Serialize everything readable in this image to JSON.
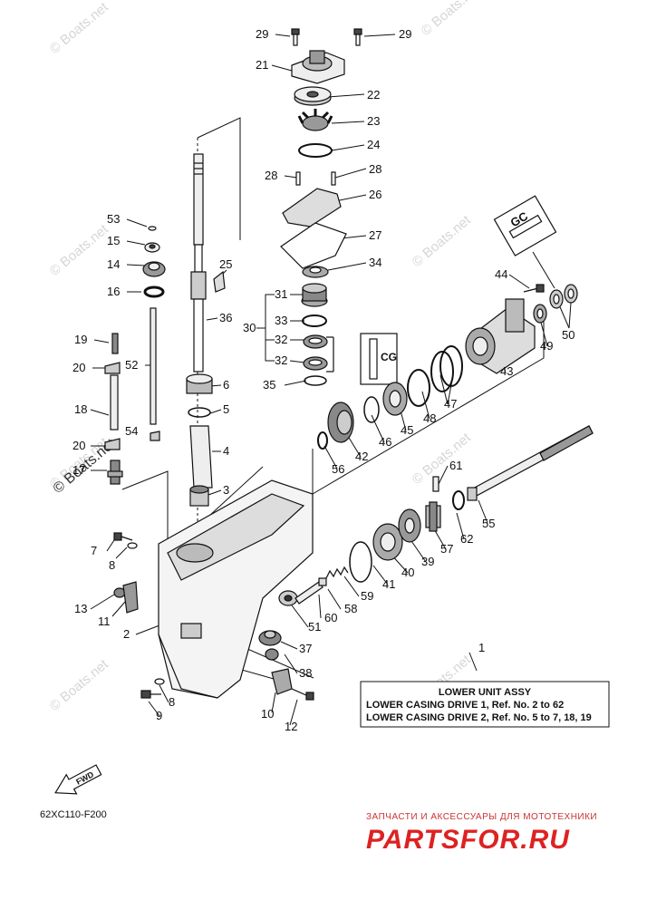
{
  "watermark": "© Boats.net",
  "diagram_code": "62XC110-F200",
  "fwd_label": "FWD",
  "info_box": {
    "ref": "1",
    "title": "LOWER UNIT ASSY",
    "line1": "LOWER CASING DRIVE 1, Ref. No. 2 to 62",
    "line2": "LOWER CASING DRIVE 2, Ref. No. 5 to 7, 18, 19"
  },
  "partsfor": {
    "tagline": "ЗАПЧАСТИ И АКСЕССУАРЫ ДЛЯ МОТОТЕХНИКИ",
    "logo": "PARTSFOR.RU"
  },
  "callouts": {
    "c29a": "29",
    "c29b": "29",
    "c21": "21",
    "c22": "22",
    "c23": "23",
    "c24": "24",
    "c28a": "28",
    "c28b": "28",
    "c26": "26",
    "c27": "27",
    "c34": "34",
    "c25": "25",
    "c36": "36",
    "c31": "31",
    "c30": "30",
    "c33": "33",
    "c32a": "32",
    "c32b": "32",
    "c35": "35",
    "c53": "53",
    "c15": "15",
    "c14": "14",
    "c16": "16",
    "c19": "19",
    "c20a": "20",
    "c52": "52",
    "c18": "18",
    "c54": "54",
    "c20b": "20",
    "c17": "17",
    "c6": "6",
    "c5": "5",
    "c4": "4",
    "c3": "3",
    "c7": "7",
    "c8a": "8",
    "c13": "13",
    "c11": "11",
    "c2": "2",
    "c8b": "8",
    "c9": "9",
    "c10": "10",
    "c12": "12",
    "c38": "38",
    "c37": "37",
    "c51": "51",
    "c60": "60",
    "c58": "58",
    "c59": "59",
    "c41": "41",
    "c40": "40",
    "c39": "39",
    "c57": "57",
    "c62": "62",
    "c55": "55",
    "c61": "61",
    "c56": "56",
    "c42": "42",
    "c46": "46",
    "c45": "45",
    "c48": "48",
    "c47": "47",
    "c43": "43",
    "c49": "49",
    "c50": "50",
    "c44": "44"
  }
}
